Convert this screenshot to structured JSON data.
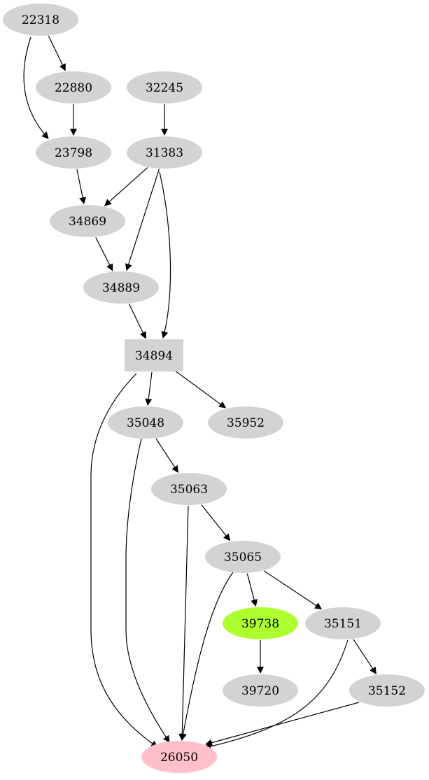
{
  "colors": {
    "default_fill": "#d3d3d3",
    "highlight_fill": "#adff2f",
    "target_fill": "#ffc0cb",
    "edge": "#000000"
  },
  "nodes": [
    {
      "id": "22318",
      "label": "22318",
      "shape": "ellipse",
      "fill": "#d3d3d3"
    },
    {
      "id": "22880",
      "label": "22880",
      "shape": "ellipse",
      "fill": "#d3d3d3"
    },
    {
      "id": "32245",
      "label": "32245",
      "shape": "ellipse",
      "fill": "#d3d3d3"
    },
    {
      "id": "23798",
      "label": "23798",
      "shape": "ellipse",
      "fill": "#d3d3d3"
    },
    {
      "id": "31383",
      "label": "31383",
      "shape": "ellipse",
      "fill": "#d3d3d3"
    },
    {
      "id": "34869",
      "label": "34869",
      "shape": "ellipse",
      "fill": "#d3d3d3"
    },
    {
      "id": "34889",
      "label": "34889",
      "shape": "ellipse",
      "fill": "#d3d3d3"
    },
    {
      "id": "34894",
      "label": "34894",
      "shape": "box",
      "fill": "#d3d3d3"
    },
    {
      "id": "35048",
      "label": "35048",
      "shape": "ellipse",
      "fill": "#d3d3d3"
    },
    {
      "id": "35952",
      "label": "35952",
      "shape": "ellipse",
      "fill": "#d3d3d3"
    },
    {
      "id": "35063",
      "label": "35063",
      "shape": "ellipse",
      "fill": "#d3d3d3"
    },
    {
      "id": "35065",
      "label": "35065",
      "shape": "ellipse",
      "fill": "#d3d3d3"
    },
    {
      "id": "39738",
      "label": "39738",
      "shape": "ellipse",
      "fill": "#adff2f"
    },
    {
      "id": "35151",
      "label": "35151",
      "shape": "ellipse",
      "fill": "#d3d3d3"
    },
    {
      "id": "39720",
      "label": "39720",
      "shape": "ellipse",
      "fill": "#d3d3d3"
    },
    {
      "id": "35152",
      "label": "35152",
      "shape": "ellipse",
      "fill": "#d3d3d3"
    },
    {
      "id": "26050",
      "label": "26050",
      "shape": "ellipse",
      "fill": "#ffc0cb"
    }
  ],
  "edges": [
    [
      "22318",
      "22880"
    ],
    [
      "22318",
      "23798"
    ],
    [
      "22880",
      "23798"
    ],
    [
      "32245",
      "31383"
    ],
    [
      "23798",
      "34869"
    ],
    [
      "31383",
      "34869"
    ],
    [
      "31383",
      "34889"
    ],
    [
      "31383",
      "34894"
    ],
    [
      "34869",
      "34889"
    ],
    [
      "34889",
      "34894"
    ],
    [
      "34894",
      "35048"
    ],
    [
      "34894",
      "35952"
    ],
    [
      "34894",
      "26050"
    ],
    [
      "35048",
      "35063"
    ],
    [
      "35048",
      "26050"
    ],
    [
      "35063",
      "35065"
    ],
    [
      "35063",
      "26050"
    ],
    [
      "35065",
      "39738"
    ],
    [
      "35065",
      "35151"
    ],
    [
      "35065",
      "26050"
    ],
    [
      "39738",
      "39720"
    ],
    [
      "35151",
      "35152"
    ],
    [
      "35151",
      "26050"
    ],
    [
      "35152",
      "26050"
    ]
  ]
}
